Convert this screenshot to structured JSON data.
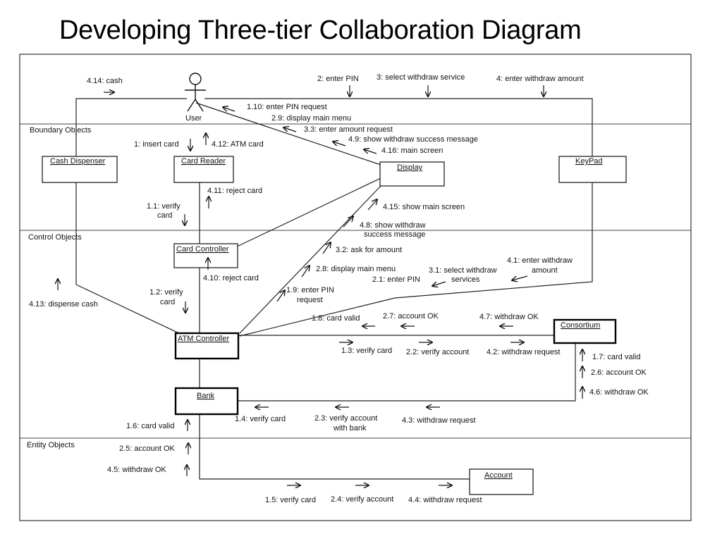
{
  "title": "Developing Three-tier Collaboration Diagram",
  "sections": {
    "boundary": "Boundary Objects",
    "control": "Control Objects",
    "entity": "Entity Objects"
  },
  "actor": {
    "name": "User"
  },
  "objects": {
    "cash_dispenser": "Cash Dispenser",
    "card_reader": "Card Reader",
    "display": "Display",
    "keypad": "KeyPad",
    "card_controller": "Card Controller",
    "atm_controller": "ATM Controller",
    "consortium": "Consortium",
    "bank": "Bank",
    "account": "Account"
  },
  "messages": {
    "m4_14": "4.14: cash",
    "m2": "2: enter PIN",
    "m3": "3: select withdraw service",
    "m4": "4: enter withdraw amount",
    "m1_10": "1.10: enter PIN request",
    "m2_9": "2.9: display main menu",
    "m3_3": "3.3: enter amount request",
    "m4_9": "4.9: show withdraw success message",
    "m4_16": "4.16: main screen",
    "m1": "1: insert card",
    "m4_12": "4.12: ATM card",
    "m4_11": "4.11: reject card",
    "m1_1_a": "1.1: verify",
    "m1_1_b": "card",
    "m4_15": "4.15: show main screen",
    "m4_8_a": "4.8: show withdraw",
    "m4_8_b": "success message",
    "m3_2": "3.2: ask for amount",
    "m4_1_a": "4.1: enter withdraw",
    "m4_1_b": "amount",
    "m2_8": "2.8: display main menu",
    "m3_1_a": "3.1: select withdraw",
    "m3_1_b": "services",
    "m4_10": "4.10: reject card",
    "m2_1": "2.1: enter PIN",
    "m1_2_a": "1.2: verify",
    "m1_2_b": "card",
    "m1_9_a": "1.9: enter PIN",
    "m1_9_b": "request",
    "m4_13": "4.13: dispense cash",
    "m1_8": "1.8: card valid",
    "m2_7": "2.7: account OK",
    "m4_7": "4.7: withdraw OK",
    "m1_3": "1.3: verify card",
    "m2_2": "2.2: verify account",
    "m4_2": "4.2: withdraw request",
    "m1_7": "1.7: card valid",
    "m2_6": "2.6: account OK",
    "m4_6": "4.6: withdraw OK",
    "m1_4": "1.4: verify card",
    "m2_3_a": "2.3: verify account",
    "m2_3_b": "with bank",
    "m4_3": "4.3: withdraw request",
    "m1_6": "1.6: card valid",
    "m2_5": "2.5: account OK",
    "m4_5": "4.5: withdraw OK",
    "m1_5": "1.5: verify card",
    "m2_4": "2.4: verify account",
    "m4_4": "4.4: withdraw request"
  }
}
